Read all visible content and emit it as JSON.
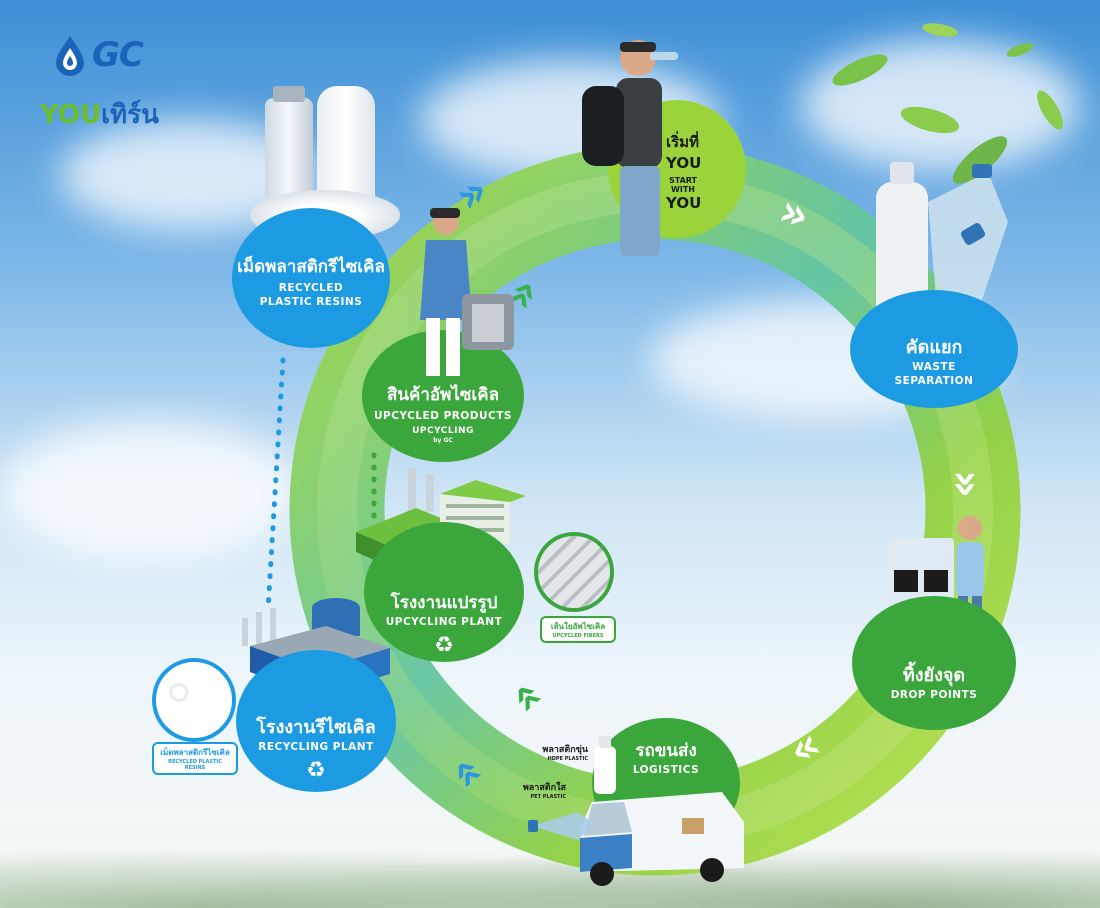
{
  "brand": {
    "gc": "GC",
    "you": "YOU",
    "learn": "เทิร์น"
  },
  "start": {
    "th": "เริ่มที่",
    "you1": "YOU",
    "en": "START WITH",
    "you2": "YOU"
  },
  "nodes": {
    "resins": {
      "th": "เม็ดพลาสติกรีไซเคิล",
      "en": "RECYCLED PLASTIC RESINS"
    },
    "waste": {
      "th": "คัดแยก",
      "en": "WASTE SEPARATION"
    },
    "upcycled": {
      "th": "สินค้าอัพไซเคิล",
      "en": "UPCYCLED PRODUCTS",
      "brand1": "UPCYCLING",
      "brand2": "by GC"
    },
    "upcycling_plant": {
      "th": "โรงงานแปรรูป",
      "en": "UPCYCLING PLANT"
    },
    "drop": {
      "th": "ทิ้งยังจุด",
      "en": "DROP POINTS"
    },
    "recycling_plant": {
      "th": "โรงงานรีไซเคิล",
      "en": "RECYCLING PLANT"
    },
    "logistics": {
      "th": "รถขนส่ง",
      "en": "LOGISTICS"
    }
  },
  "labels": {
    "fibers_th": "เส้นใยอัพไซเคิล",
    "fibers_en": "UPCYCLED FIBERS",
    "pellets_th": "เม็ดพลาสติกรีไซเคิล",
    "pellets_en": "RECYCLED PLASTIC RESINS",
    "hdpe_th": "พลาสติกขุ่น",
    "hdpe_en": "HDPE PLASTIC",
    "pet_th": "พลาสติกใส",
    "pet_en": "PET PLASTIC"
  },
  "icons": [
    "recycle-icon",
    "chevron-right-icon",
    "chevron-down-icon",
    "chevron-left-icon",
    "chevron-up-icon"
  ],
  "colors": {
    "blue": "#1c9be3",
    "green": "#3aa63c",
    "lime": "#9bd43a",
    "gc_blue": "#1a63b8"
  }
}
